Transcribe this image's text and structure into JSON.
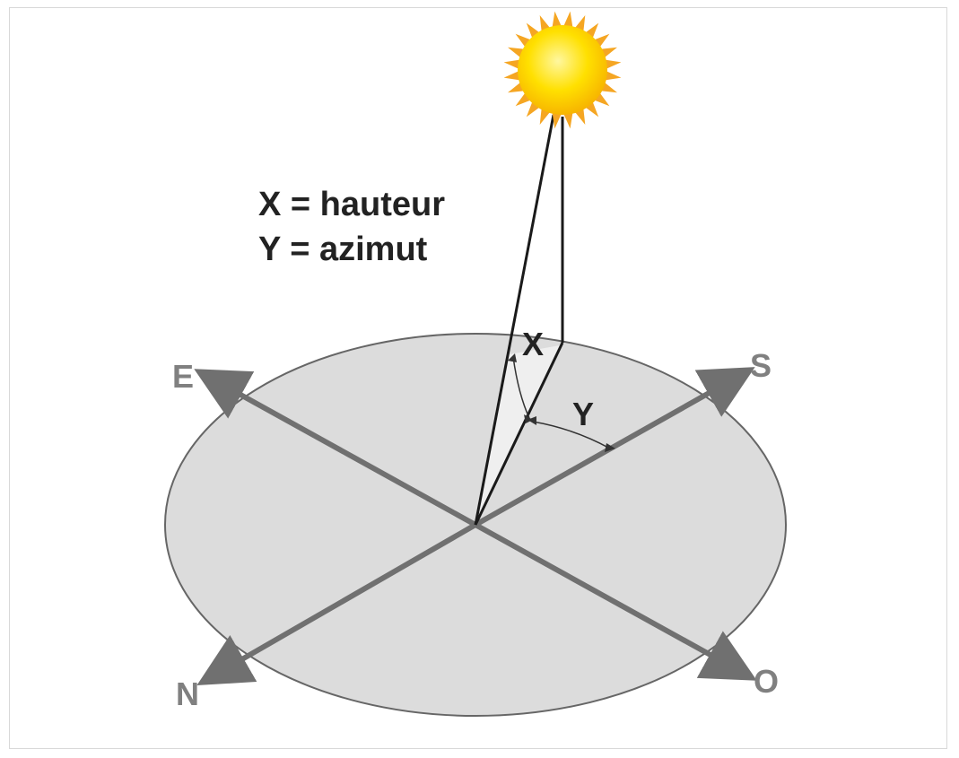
{
  "legend": {
    "line1": "X = hauteur",
    "line2": "Y = azimut"
  },
  "angles": {
    "altitude_label": "X",
    "azimuth_label": "Y"
  },
  "directions": {
    "east": "E",
    "south": "S",
    "north": "N",
    "west": "O"
  },
  "colors": {
    "ground": "#dcdcdc",
    "ground_outline": "#555555",
    "axes": "#707070",
    "direction_labels": "#808080",
    "sun_core": "#ffd700",
    "sun_rays": "#f5a623",
    "lines": "#1a1a1a"
  }
}
